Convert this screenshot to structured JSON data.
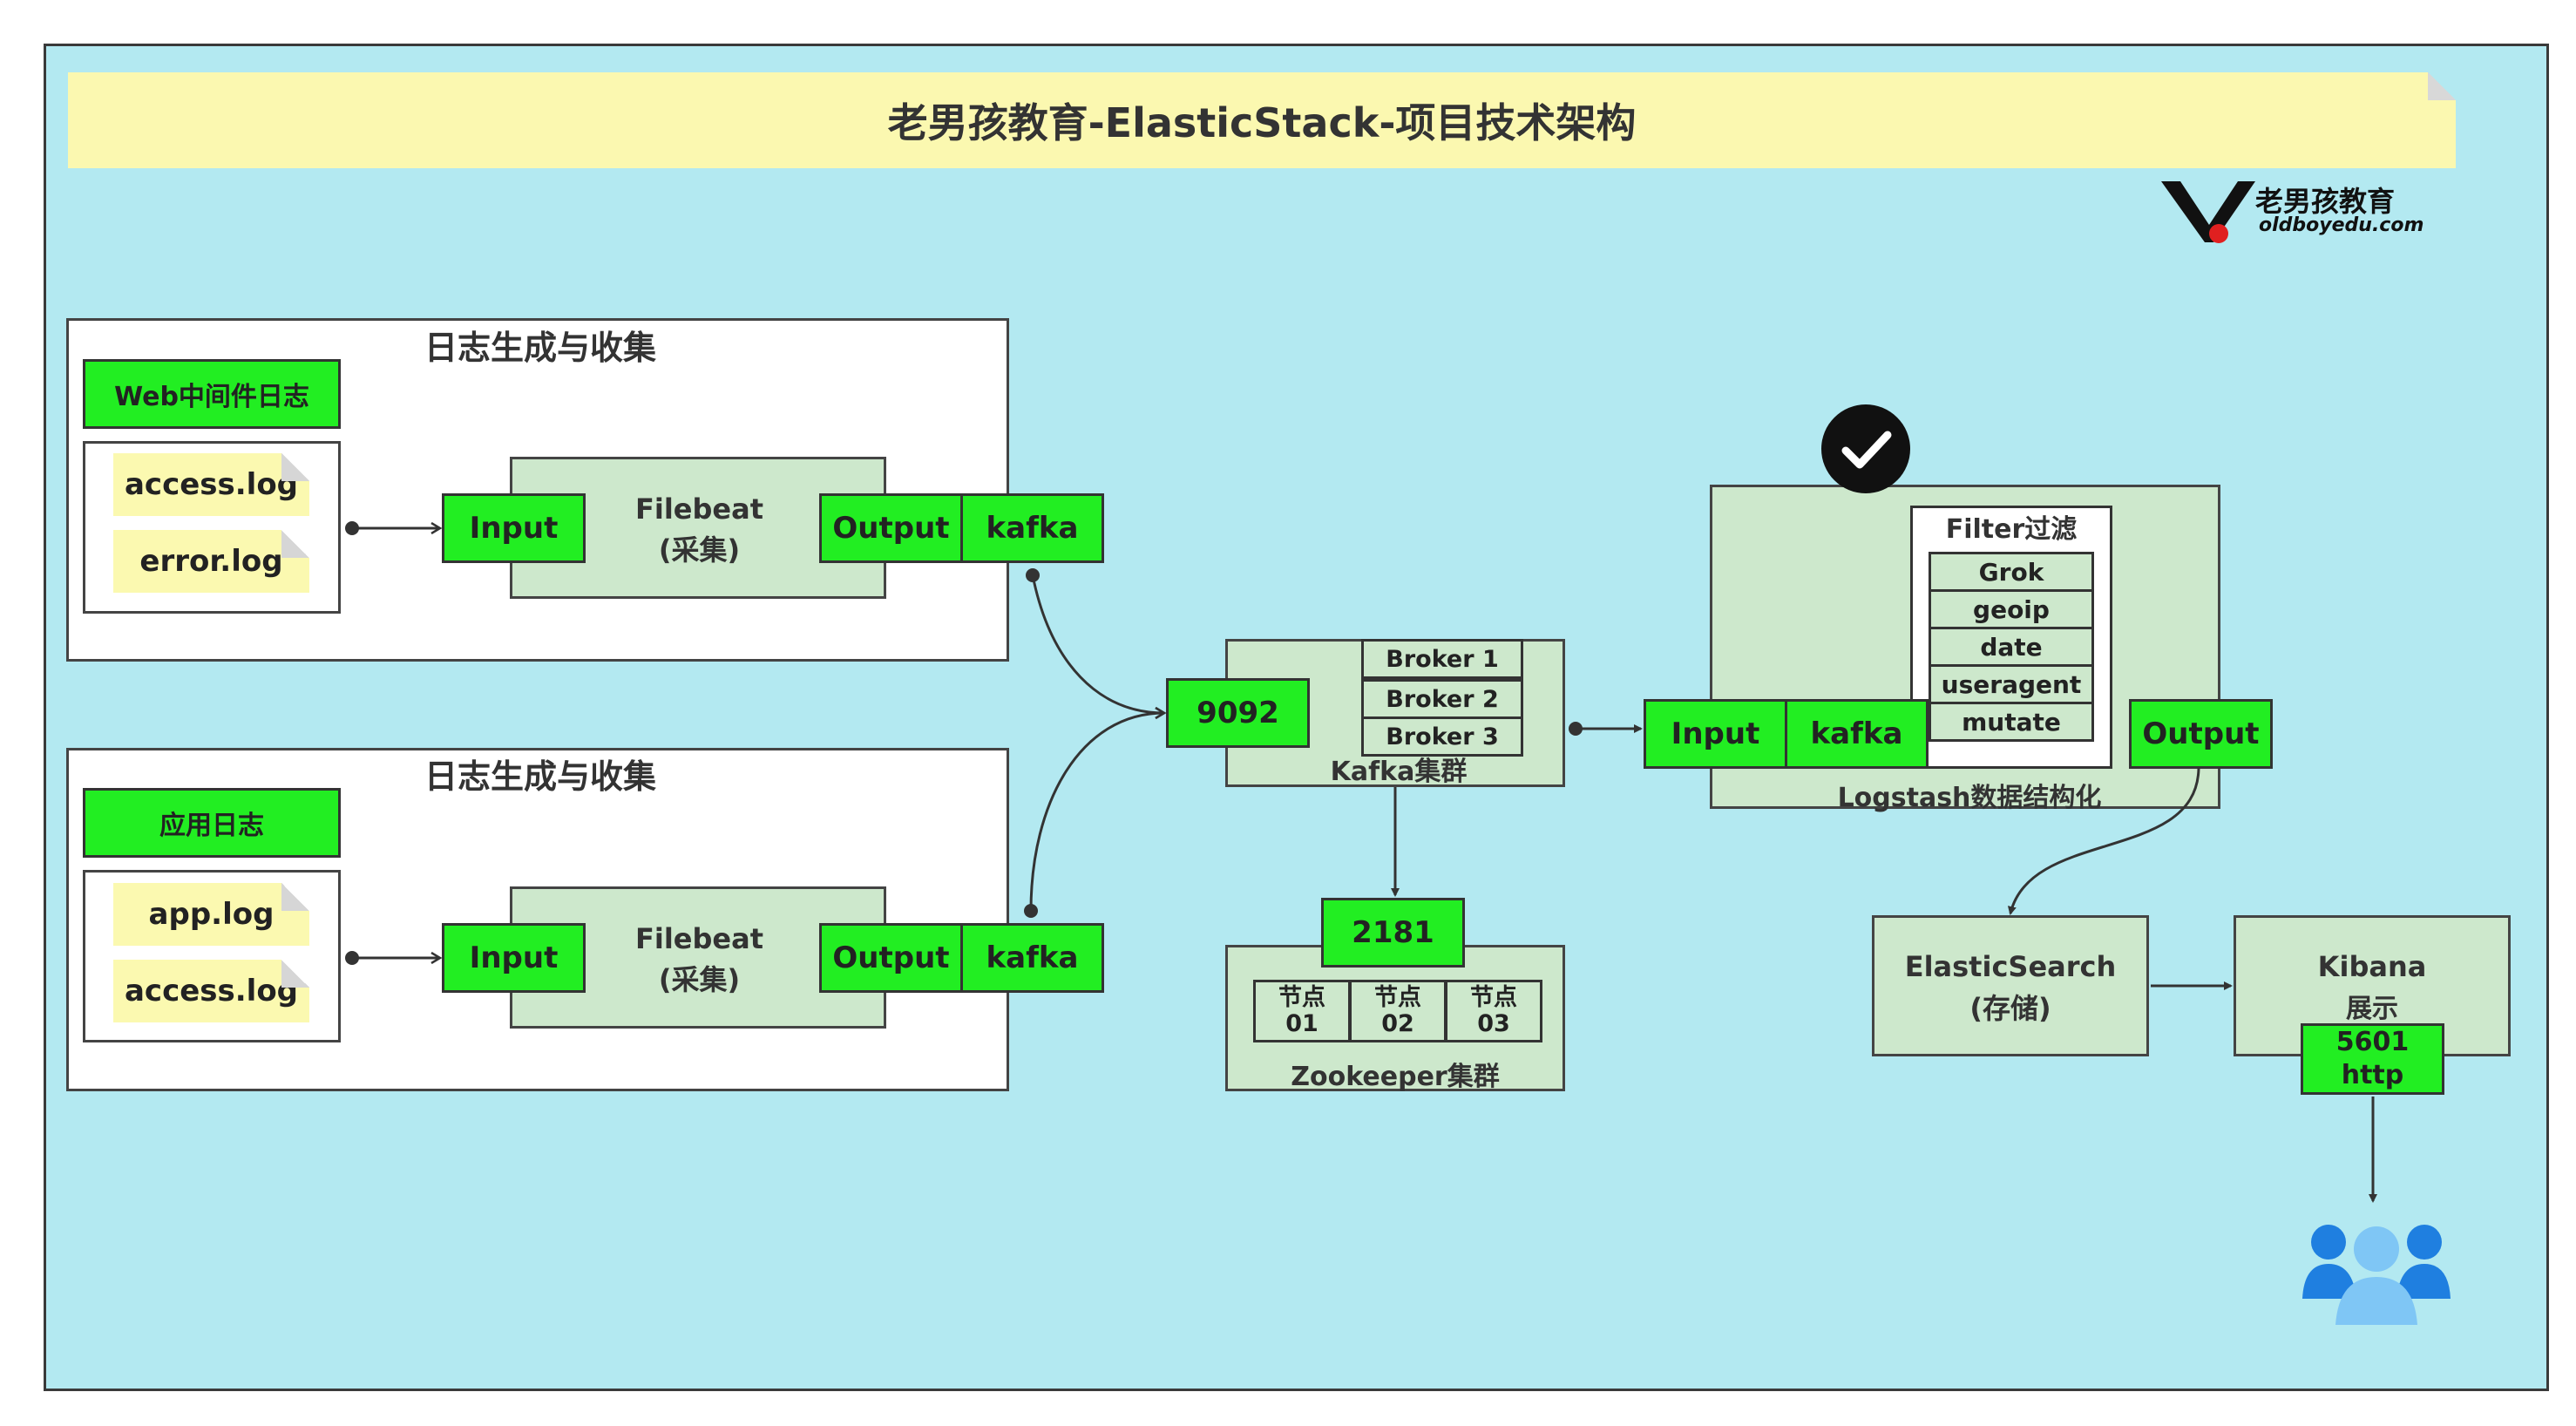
{
  "title": "老男孩教育-ElasticStack-项目技术架构",
  "logo": {
    "name": "老男孩教育",
    "url": "oldboyedu.com"
  },
  "groups": [
    {
      "title": "日志生成与收集",
      "source_label": "Web中间件日志",
      "files": [
        "access.log",
        "error.log"
      ],
      "filebeat": {
        "input": "Input",
        "name": "Filebeat",
        "sub": "(采集)",
        "output": "Output",
        "kafka": "kafka"
      }
    },
    {
      "title": "日志生成与收集",
      "source_label": "应用日志",
      "files": [
        "app.log",
        "access.log"
      ],
      "filebeat": {
        "input": "Input",
        "name": "Filebeat",
        "sub": "(采集)",
        "output": "Output",
        "kafka": "kafka"
      }
    }
  ],
  "kafka_cluster": {
    "port": "9092",
    "brokers": [
      "Broker 1",
      "Broker 2",
      "Broker 3"
    ],
    "label": "Kafka集群"
  },
  "zookeeper": {
    "port": "2181",
    "nodes": [
      [
        "节点",
        "01"
      ],
      [
        "节点",
        "02"
      ],
      [
        "节点",
        "03"
      ]
    ],
    "label": "Zookeeper集群"
  },
  "logstash": {
    "input": "Input",
    "kafka": "kafka",
    "filter_title": "Filter过滤",
    "filters": [
      "Grok",
      "geoip",
      "date",
      "useragent",
      "mutate"
    ],
    "output": "Output",
    "label": "Logstash数据结构化"
  },
  "elasticsearch": {
    "name": "ElasticSearch",
    "sub": "(存储)"
  },
  "kibana": {
    "name": "Kibana",
    "sub": "展示",
    "port": "5601",
    "proto": "http"
  },
  "colors": {
    "background": "#b3e9f1",
    "title_bar": "#fbf8b0",
    "green": "#22ee22",
    "light_green": "#cde8cc",
    "note": "#fbf9b0"
  }
}
